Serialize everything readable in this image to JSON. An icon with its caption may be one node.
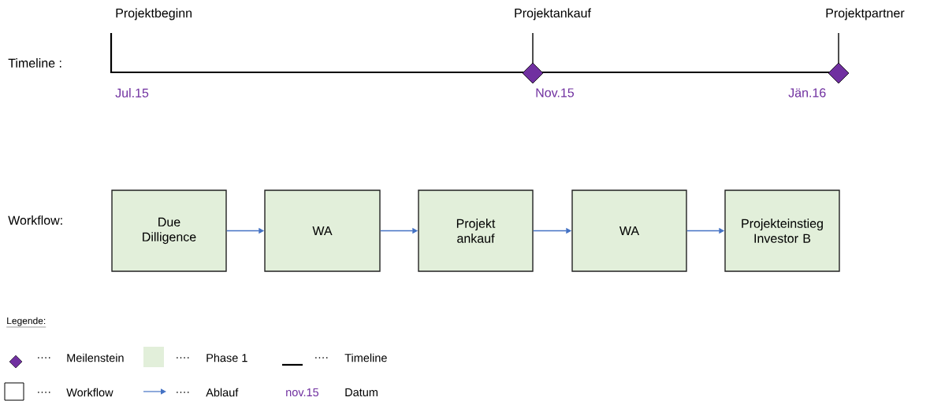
{
  "diagram": {
    "nodes": [
      {
        "text": [
          "Due Dilligence"
        ]
      },
      {
        "text": [
          "WA"
        ]
      },
      {
        "text": [
          "Projekt ankauf"
        ]
      },
      {
        "text": [
          "WA"
        ]
      },
      {
        "text": [
          "Projekteinstieg Investor B"
        ]
      }
    ],
    "edges": [
      {
        "from": 0,
        "to": 1,
        "arrow": "to"
      },
      {
        "from": 1,
        "to": 2,
        "arrow": "to"
      },
      {
        "from": 2,
        "to": 3,
        "arrow": "to"
      },
      {
        "from": 3,
        "to": 4,
        "arrow": "to"
      }
    ],
    "labels": [
      "Projektbeginn",
      "Projektankauf",
      "Projektpartner",
      "Timeline :",
      "Jul.15",
      "Nov.15",
      "Jän.16",
      "Workflow:",
      "Legende:",
      "….",
      "….",
      "….",
      "….",
      "….",
      "nov.15"
    ],
    "legend": [
      {
        "text": "Meilenstein"
      },
      {
        "text": "Phase 1",
        "color": "#e2efda"
      },
      {
        "text": "Timeline"
      },
      {
        "text": "Workflow"
      },
      {
        "text": "Ablauf"
      },
      {
        "text": "Datum"
      }
    ]
  }
}
